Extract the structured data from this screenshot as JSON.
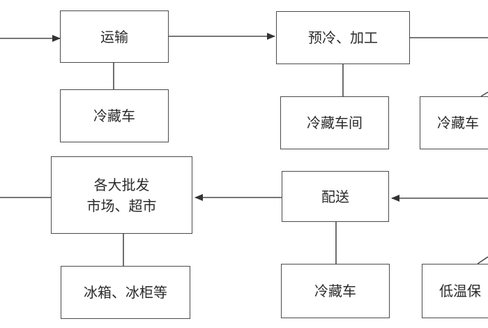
{
  "diagram": {
    "nodes": {
      "transport": "运输",
      "precool": "预冷、加工",
      "reefer_truck_1": "冷藏车",
      "cold_room": "冷藏车间",
      "reefer_truck_partial": "冷藏车",
      "markets_line1": "各大批发",
      "markets_line2": "市场、超市",
      "distribution": "配送",
      "freezers": "冰箱、冰柜等",
      "reefer_truck_2": "冷藏车",
      "low_temp_partial": "低温保"
    },
    "edges": [
      {
        "from": "left-edge",
        "to": "运输",
        "style": "arrow"
      },
      {
        "from": "运输",
        "to": "预冷、加工",
        "style": "arrow"
      },
      {
        "from": "预冷、加工",
        "to": "right-edge",
        "style": "line"
      },
      {
        "from": "运输",
        "to": "冷藏车",
        "style": "line"
      },
      {
        "from": "预冷、加工",
        "to": "冷藏车间",
        "style": "line"
      },
      {
        "from": "right-edge",
        "to": "配送",
        "style": "arrow"
      },
      {
        "from": "配送",
        "to": "各大批发市场、超市",
        "style": "arrow"
      },
      {
        "from": "各大批发市场、超市",
        "to": "left-edge",
        "style": "line"
      },
      {
        "from": "各大批发市场、超市",
        "to": "冰箱、冰柜等",
        "style": "line"
      },
      {
        "from": "配送",
        "to": "冷藏车",
        "style": "line"
      }
    ],
    "colors": {
      "stroke": "#4a4a4a",
      "text": "#2a2a2a",
      "background": "#ffffff"
    }
  }
}
